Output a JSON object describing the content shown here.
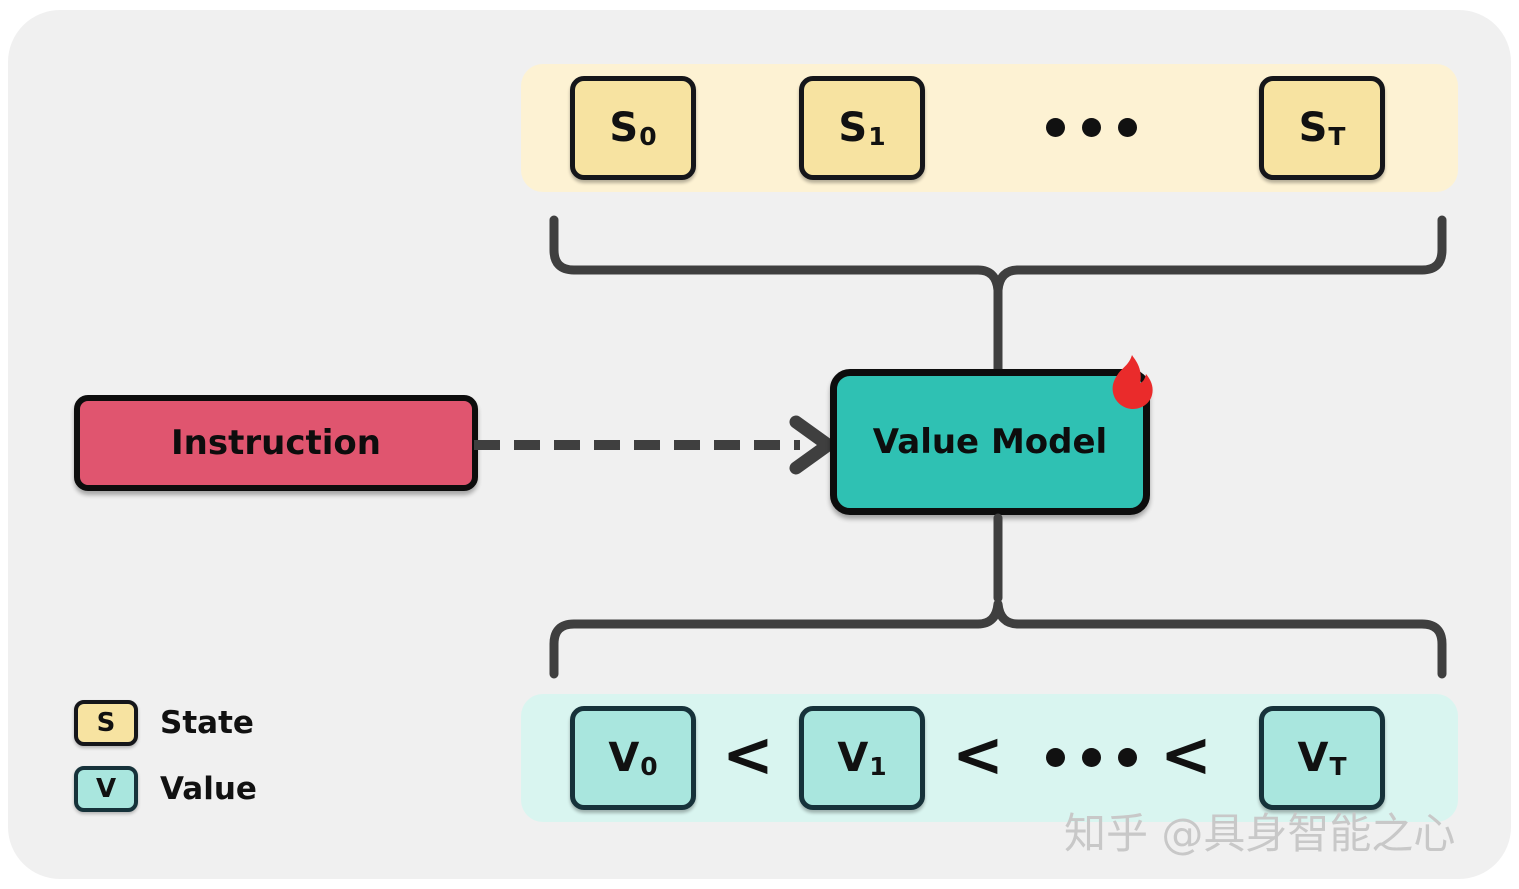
{
  "diagram": {
    "title": "Value Model state-to-value diagram",
    "colors": {
      "panel_background": "#f0f0f0",
      "state_band": "#fdf2d3",
      "state_box": "#f7e3a1",
      "state_border": "#15161a",
      "value_band": "#d9f5f0",
      "value_box": "#a9e6de",
      "value_border": "#16323a",
      "instruction_box": "#e0556f",
      "value_model_box": "#2fc1b3",
      "outline": "#0d0d0d",
      "connector": "#3f3f3f",
      "flame": "#ea2b2b",
      "watermark": "#c8c8c8"
    }
  },
  "state_row": {
    "ellipsis": "•••",
    "items": [
      {
        "symbol": "S",
        "subscript": "0"
      },
      {
        "symbol": "S",
        "subscript": "1"
      },
      {
        "symbol": "S",
        "subscript": "T"
      }
    ]
  },
  "value_row": {
    "ellipsis": "•••",
    "operator": "<",
    "items": [
      {
        "symbol": "V",
        "subscript": "0"
      },
      {
        "symbol": "V",
        "subscript": "1"
      },
      {
        "symbol": "V",
        "subscript": "T"
      }
    ]
  },
  "instruction": {
    "label": "Instruction"
  },
  "value_model": {
    "label": "Value Model",
    "badge_icon": "fire-icon"
  },
  "legend": {
    "entries": [
      {
        "chip": "S",
        "label": "State"
      },
      {
        "chip": "V",
        "label": "Value"
      }
    ]
  },
  "watermark": {
    "text": "知乎 @具身智能之心"
  }
}
